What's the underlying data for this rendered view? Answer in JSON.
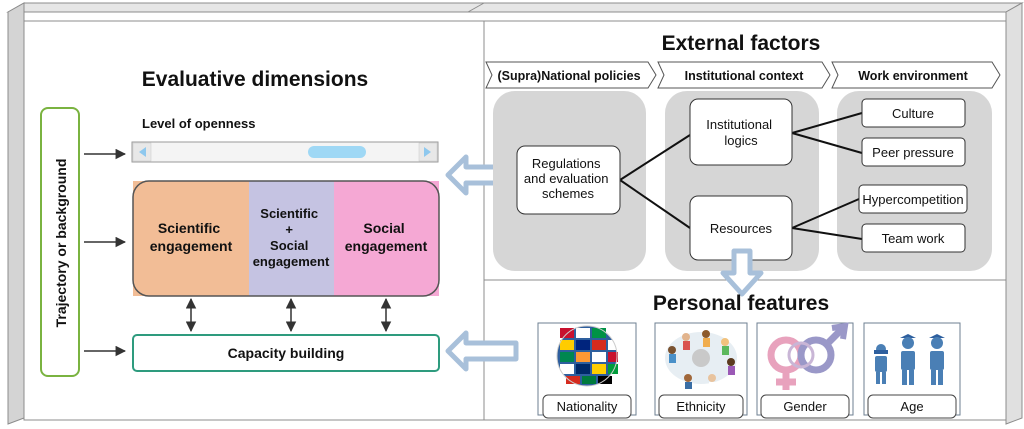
{
  "left_panel": {
    "title": "Evaluative dimensions",
    "side_label": "Trajectory or background",
    "openness": {
      "label": "Level of openness",
      "level": 0.75
    },
    "engagement": [
      {
        "lines": [
          "Scientific",
          "engagement"
        ],
        "color": "#f2bd96"
      },
      {
        "lines": [
          "Scientific",
          "+",
          "Social",
          "engagement"
        ],
        "color": "#c5c3e2"
      },
      {
        "lines": [
          "Social",
          "engagement"
        ],
        "color": "#f5a8d4"
      }
    ],
    "capacity": "Capacity building"
  },
  "external": {
    "title": "External factors",
    "tabs": [
      "(Supra)National policies",
      "Institutional context",
      "Work environment"
    ],
    "regulations": [
      "Regulations",
      "and evaluation",
      "schemes"
    ],
    "institutional_logics": [
      "Institutional",
      "logics"
    ],
    "resources": "Resources",
    "work_items": [
      "Culture",
      "Peer pressure",
      "Hypercompetition",
      "Team work"
    ]
  },
  "personal": {
    "title": "Personal features",
    "cards": [
      "Nationality",
      "Ethnicity",
      "Gender",
      "Age"
    ]
  },
  "colors": {
    "frame_stroke": "#8c8c8c",
    "teal": "#2e9b7e",
    "green": "#7ab340",
    "arrow_blue": "#a8c0da",
    "group_grey": "#d6d6d6"
  }
}
